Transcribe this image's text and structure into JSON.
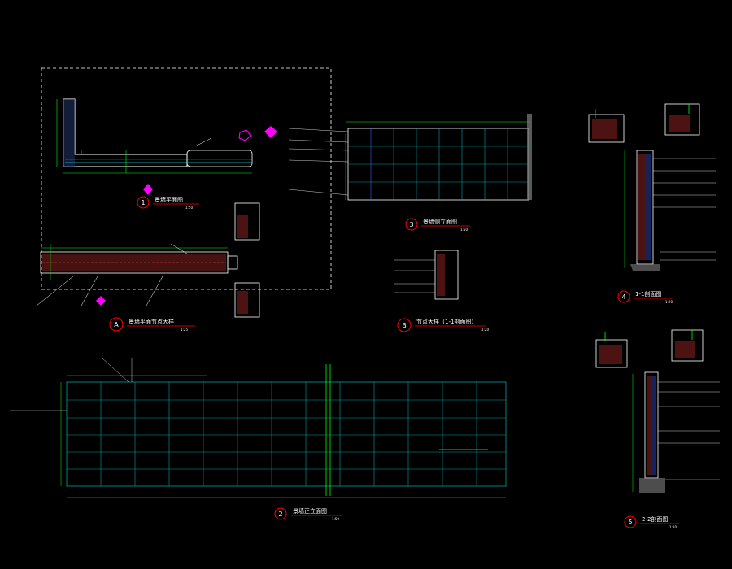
{
  "colors": {
    "background": "#000000",
    "outline": "#ffffff",
    "dimension": "#00ff00",
    "grid_teal": "#00a0a0",
    "grid_blue": "#4060ff",
    "hatch": "#ff4040",
    "marker": "#ff00ff",
    "callout": "#ff0000"
  },
  "views": {
    "plan": {
      "number": "1",
      "title": "景墙平面图",
      "scale": "1:50"
    },
    "plan_detail": {
      "number": "A",
      "title": "景墙平面节点大样",
      "scale": "1:25"
    },
    "side_elevation": {
      "number": "3",
      "title": "景墙侧立面图",
      "scale": "1:50"
    },
    "node_detail": {
      "number": "B",
      "title": "节点大样（1-1剖面图）",
      "scale": "1:20"
    },
    "front_elevation": {
      "number": "2",
      "title": "景墙正立面图",
      "scale": "1:50"
    },
    "section_1": {
      "number": "4",
      "title": "1-1剖面图",
      "scale": "1:20"
    },
    "section_2": {
      "number": "5",
      "title": "2-2剖面图",
      "scale": "1:20"
    }
  }
}
